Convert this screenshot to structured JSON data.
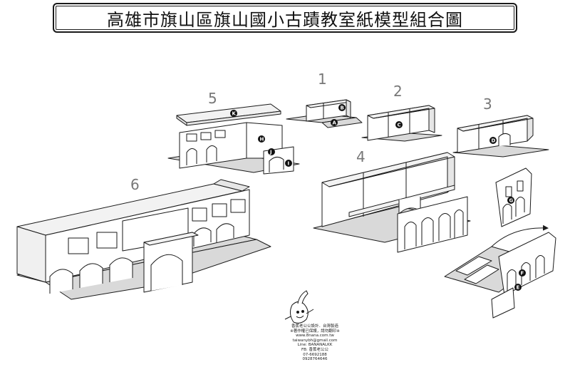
{
  "title": "高雄市旗山區旗山國小古蹟教室紙模型組合圖",
  "model_numbers": [
    "1",
    "2",
    "3",
    "4",
    "5",
    "6"
  ],
  "part_labels": [
    "A",
    "B",
    "C",
    "D",
    "E",
    "F",
    "G",
    "H",
    "I",
    "J",
    "K"
  ],
  "credits": [
    "香蕉老公公設計．台灣製造",
    "※著作權已保護，請勿翻印※",
    "www.8nana.com.tw",
    "taiwanybh@gmail.com",
    "Line: BANANALKK",
    "FB: 香蕉老公公",
    "07-6692188",
    "0928764646"
  ],
  "colors": {
    "line": "#1a1a1a",
    "wall": "#ffffff",
    "ground": "#d9d9d9",
    "roof": "#f2f2f2",
    "number": "#777777"
  }
}
